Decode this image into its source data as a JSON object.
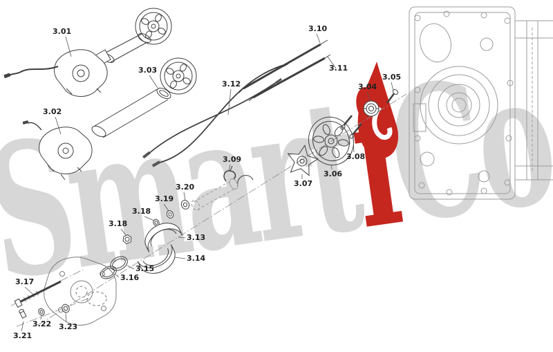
{
  "watermark": {
    "left": "Smart",
    "i": "i",
    "right": "Co",
    "gray_color": "#d7d7d7",
    "red_color": "#c5271f"
  },
  "diagram": {
    "line_color": "#3f3f3f",
    "light_line_color": "#9b9b9b",
    "labels": [
      "3.01",
      "3.02",
      "3.03",
      "3.12",
      "3.10",
      "3.11",
      "3.04",
      "3.05",
      "3.08",
      "3.06",
      "3.07",
      "3.09",
      "3.20",
      "3.19",
      "3.18",
      "3.18",
      "3.13",
      "3.14",
      "3.15",
      "3.16",
      "3.17",
      "3.21",
      "3.22",
      "3.23"
    ]
  }
}
